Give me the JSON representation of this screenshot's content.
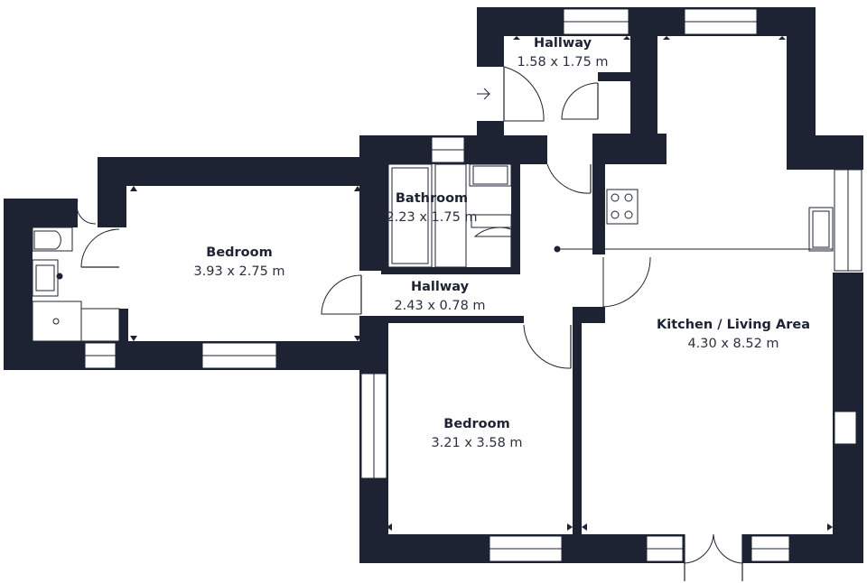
{
  "colors": {
    "wall": "#1d2333",
    "background": "#ffffff"
  },
  "rooms": [
    {
      "id": "hallway-entrance",
      "name": "Hallway",
      "size": "1.58 x 1.75 m"
    },
    {
      "id": "bathroom",
      "name": "Bathroom",
      "size": "2.23 x 1.75 m"
    },
    {
      "id": "bedroom-1",
      "name": "Bedroom",
      "size": "3.93 x 2.75 m"
    },
    {
      "id": "hallway-inner",
      "name": "Hallway",
      "size": "2.43 x 0.78 m"
    },
    {
      "id": "kitchen-living",
      "name": "Kitchen / Living Area",
      "size": "4.30 x 8.52 m"
    },
    {
      "id": "bedroom-2",
      "name": "Bedroom",
      "size": "3.21 x 3.58 m"
    }
  ]
}
